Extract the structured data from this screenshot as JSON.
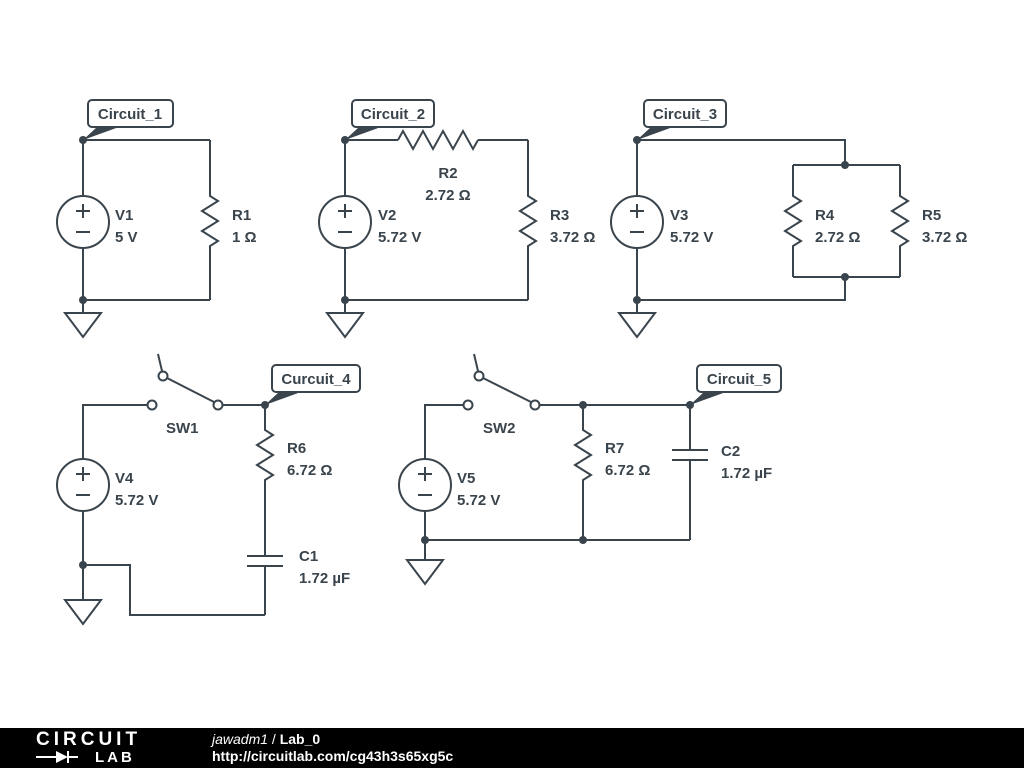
{
  "schematic": {
    "ink_color": "#3a444c",
    "background_color": "#ffffff",
    "circuits": [
      {
        "label": "Circuit_1",
        "components": [
          {
            "ref": "V1",
            "value": "5 V",
            "type": "voltage-source"
          },
          {
            "ref": "R1",
            "value": "1 Ω",
            "type": "resistor"
          }
        ]
      },
      {
        "label": "Circuit_2",
        "components": [
          {
            "ref": "V2",
            "value": "5.72 V",
            "type": "voltage-source"
          },
          {
            "ref": "R2",
            "value": "2.72 Ω",
            "type": "resistor"
          },
          {
            "ref": "R3",
            "value": "3.72 Ω",
            "type": "resistor"
          }
        ]
      },
      {
        "label": "Circuit_3",
        "components": [
          {
            "ref": "V3",
            "value": "5.72 V",
            "type": "voltage-source"
          },
          {
            "ref": "R4",
            "value": "2.72 Ω",
            "type": "resistor"
          },
          {
            "ref": "R5",
            "value": "3.72 Ω",
            "type": "resistor"
          }
        ]
      },
      {
        "label": "Curcuit_4",
        "components": [
          {
            "ref": "V4",
            "value": "5.72 V",
            "type": "voltage-source"
          },
          {
            "ref": "SW1",
            "type": "switch-spst-open"
          },
          {
            "ref": "R6",
            "value": "6.72 Ω",
            "type": "resistor"
          },
          {
            "ref": "C1",
            "value": "1.72 µF",
            "type": "capacitor"
          }
        ]
      },
      {
        "label": "Circuit_5",
        "components": [
          {
            "ref": "V5",
            "value": "5.72 V",
            "type": "voltage-source"
          },
          {
            "ref": "SW2",
            "type": "switch-spst-open"
          },
          {
            "ref": "R7",
            "value": "6.72 Ω",
            "type": "resistor"
          },
          {
            "ref": "C2",
            "value": "1.72 µF",
            "type": "capacitor"
          }
        ]
      }
    ]
  },
  "footer": {
    "logo": {
      "line1": "CIRCUIT",
      "line2": "LAB"
    },
    "author": "jawadm1",
    "separator": " / ",
    "title": "Lab_0",
    "url": "http://circuitlab.com/cg43h3s65xg5c"
  }
}
